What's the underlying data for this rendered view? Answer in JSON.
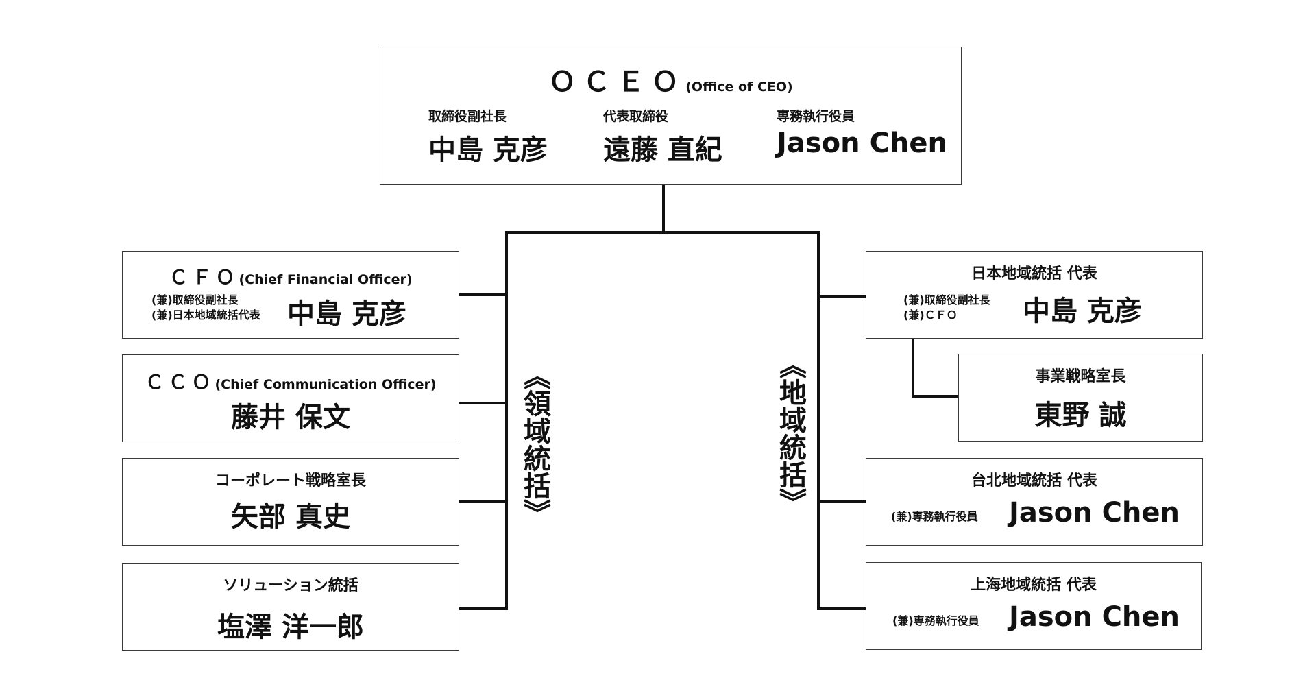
{
  "oceo": {
    "title": "ＯＣＥＯ",
    "subtitle": "(Office of CEO)",
    "members": [
      {
        "role": "取締役副社長",
        "name": "中島 克彦"
      },
      {
        "role": "代表取締役",
        "name": "遠藤 直紀"
      },
      {
        "role": "専務執行役員",
        "name": "Jason Chen"
      }
    ]
  },
  "domain_label": "《領域統括》",
  "region_label": "《地域統括》",
  "domain_units": [
    {
      "title": "ＣＦＯ",
      "subtitle": "(Chief Financial Officer)",
      "notes": [
        "(兼)取締役副社長",
        "(兼)日本地域統括代表"
      ],
      "name": "中島 克彦"
    },
    {
      "title": "ＣＣＯ",
      "subtitle": "(Chief Communication Officer)",
      "name": "藤井 保文"
    },
    {
      "title": "コーポレート戦略室長",
      "name": "矢部 真史"
    },
    {
      "title": "ソリューション統括",
      "name": "塩澤 洋一郎"
    }
  ],
  "region_units": [
    {
      "title": "日本地域統括 代表",
      "notes": [
        "(兼)取締役副社長",
        "(兼)ＣＦＯ"
      ],
      "name": "中島 克彦"
    },
    {
      "title": "事業戦略室長",
      "name": "東野 誠"
    },
    {
      "title": "台北地域統括 代表",
      "notes": [
        "(兼)専務執行役員"
      ],
      "name": "Jason Chen"
    },
    {
      "title": "上海地域統括 代表",
      "notes": [
        "(兼)専務執行役員"
      ],
      "name": "Jason Chen"
    }
  ]
}
